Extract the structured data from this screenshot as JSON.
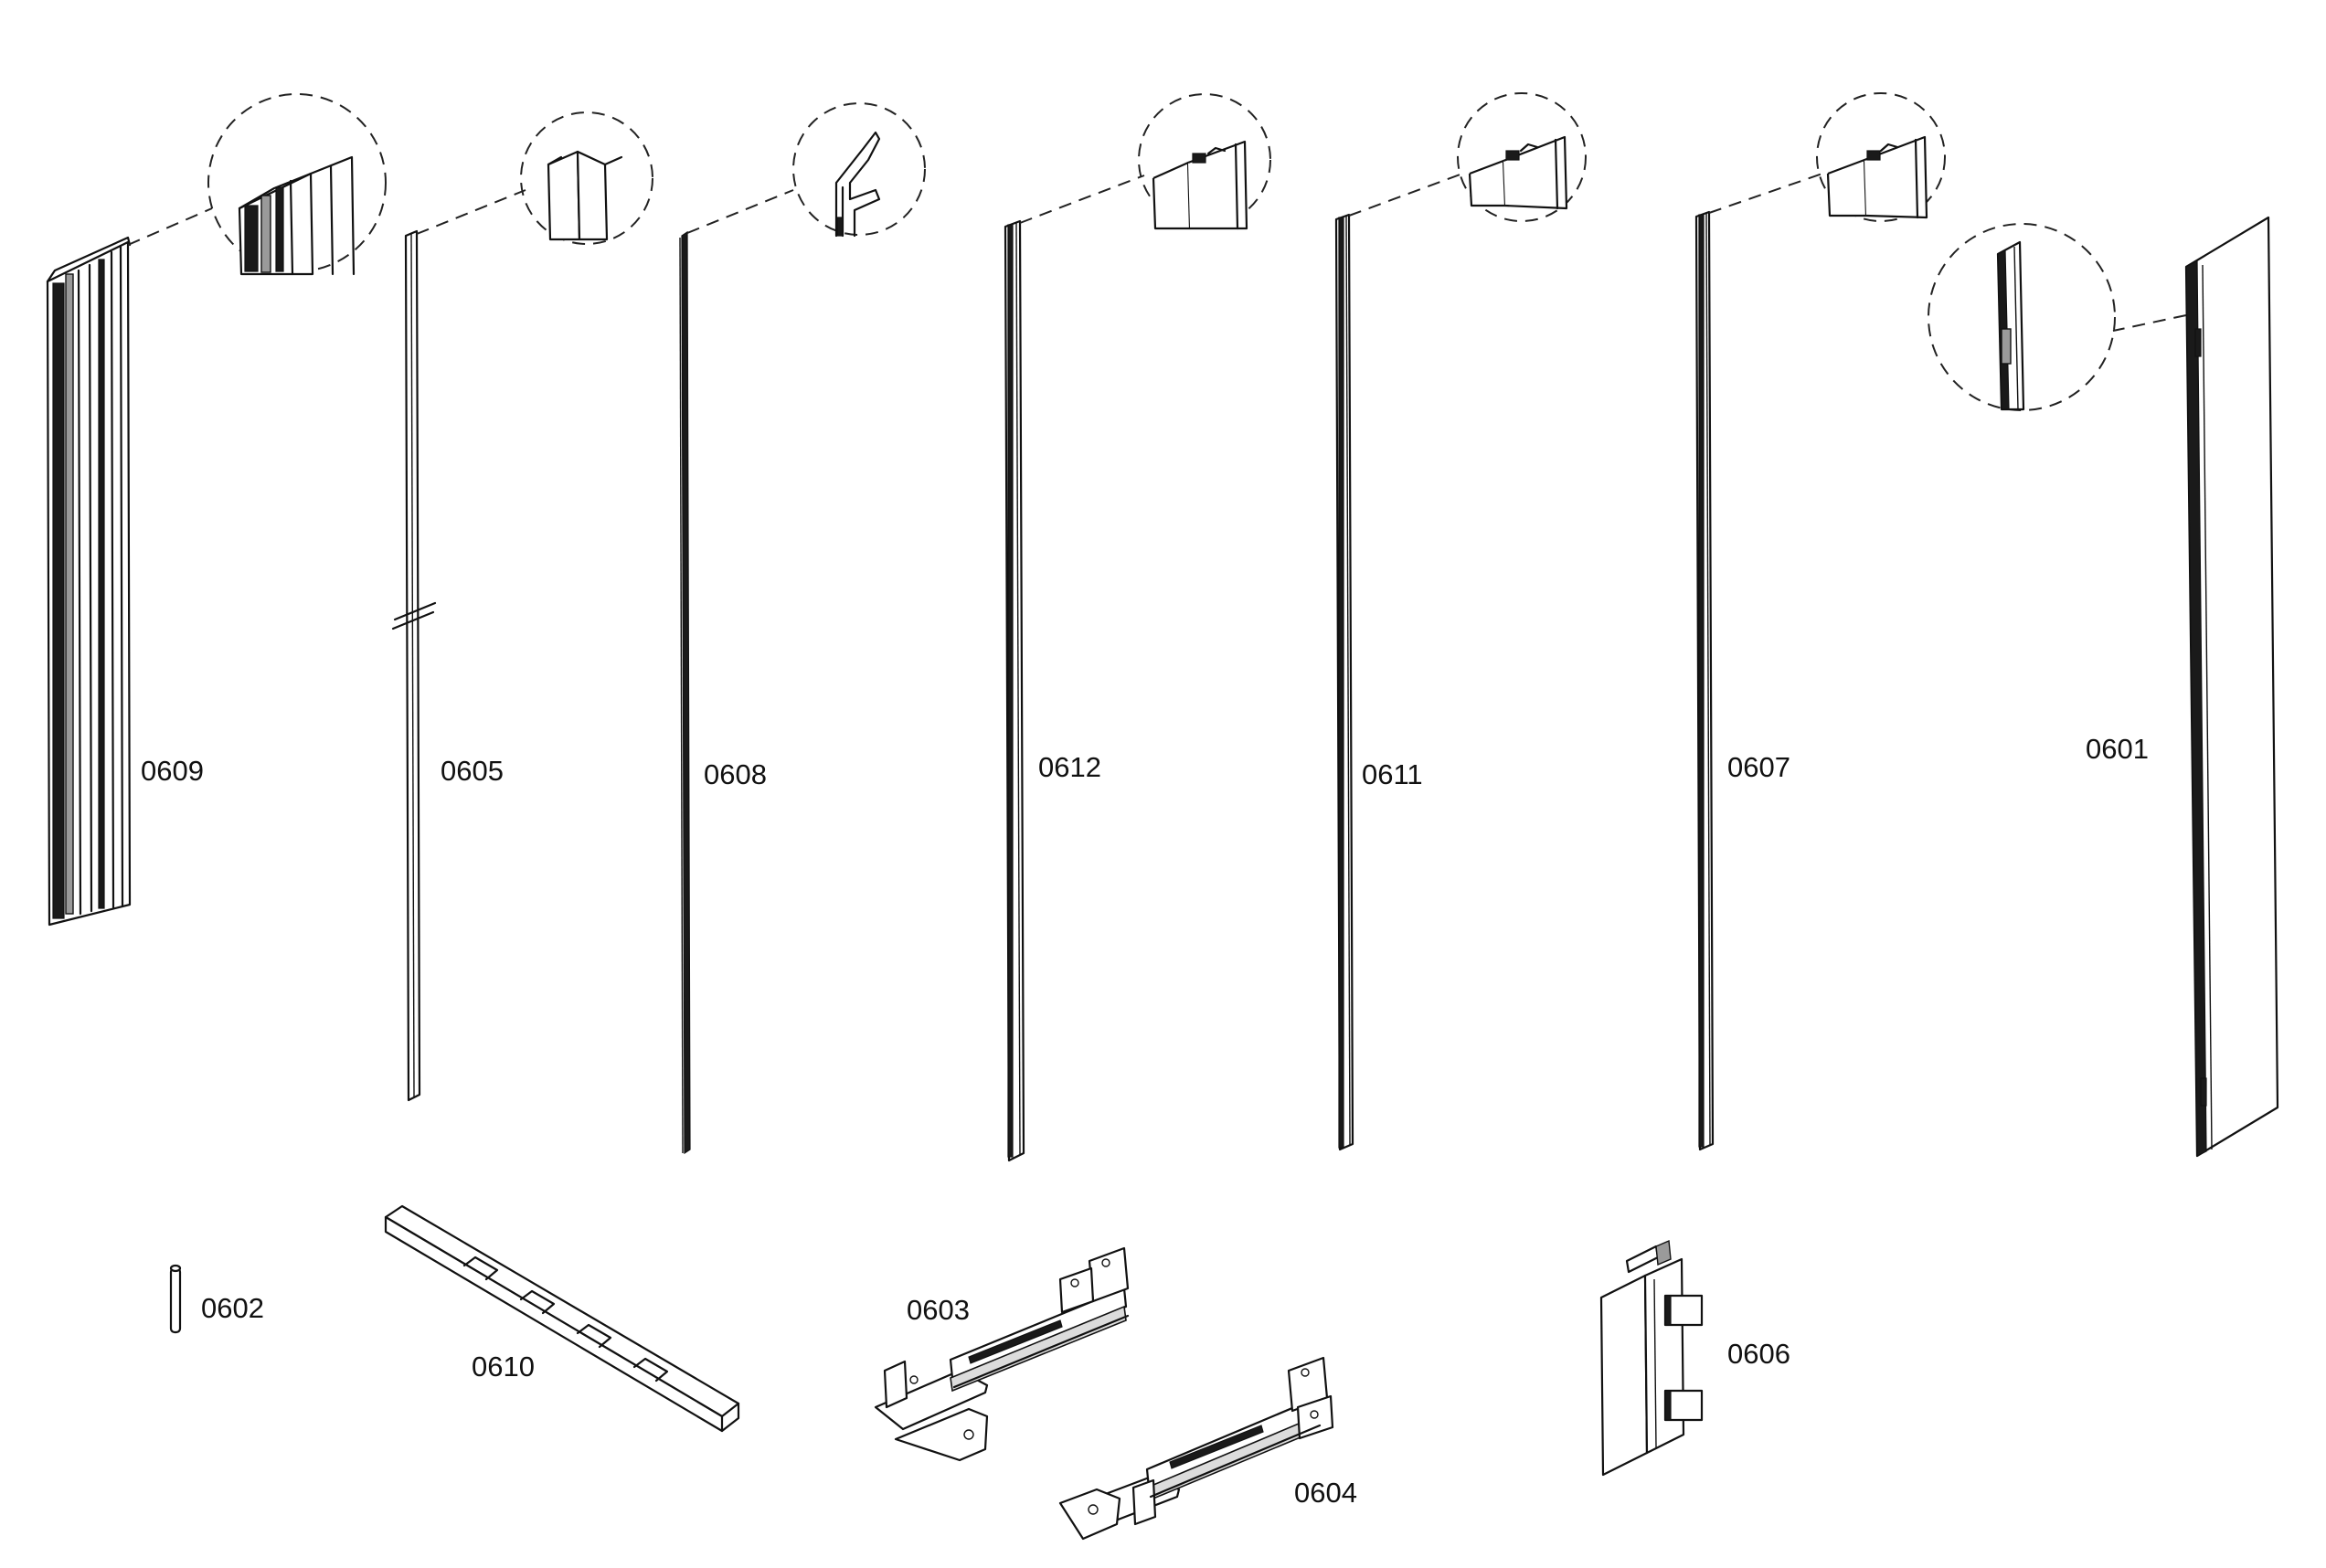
{
  "parts": [
    {
      "id": "part-0609",
      "label": "0609"
    },
    {
      "id": "part-0605",
      "label": "0605"
    },
    {
      "id": "part-0608",
      "label": "0608"
    },
    {
      "id": "part-0612",
      "label": "0612"
    },
    {
      "id": "part-0611",
      "label": "0611"
    },
    {
      "id": "part-0607",
      "label": "0607"
    },
    {
      "id": "part-0601",
      "label": "0601"
    },
    {
      "id": "part-0602",
      "label": "0602"
    },
    {
      "id": "part-0610",
      "label": "0610"
    },
    {
      "id": "part-0603",
      "label": "0603"
    },
    {
      "id": "part-0604",
      "label": "0604"
    },
    {
      "id": "part-0606",
      "label": "0606"
    }
  ]
}
